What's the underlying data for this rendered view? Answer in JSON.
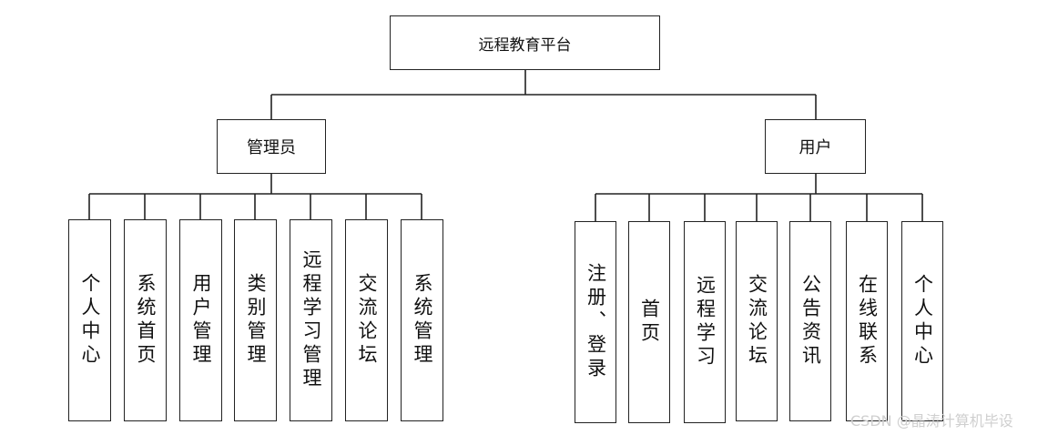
{
  "root": {
    "label": "远程教育平台"
  },
  "roles": [
    {
      "label": "管理员",
      "modules": [
        "个人中心",
        "系统首页",
        "用户管理",
        "类别管理",
        "远程学习管理",
        "交流论坛",
        "系统管理"
      ]
    },
    {
      "label": "用户",
      "modules": [
        "注册、登录",
        "首页",
        "远程学习",
        "交流论坛",
        "公告资讯",
        "在线联系",
        "个人中心"
      ]
    }
  ],
  "watermark": "CSDN @晶涛计算机毕设"
}
